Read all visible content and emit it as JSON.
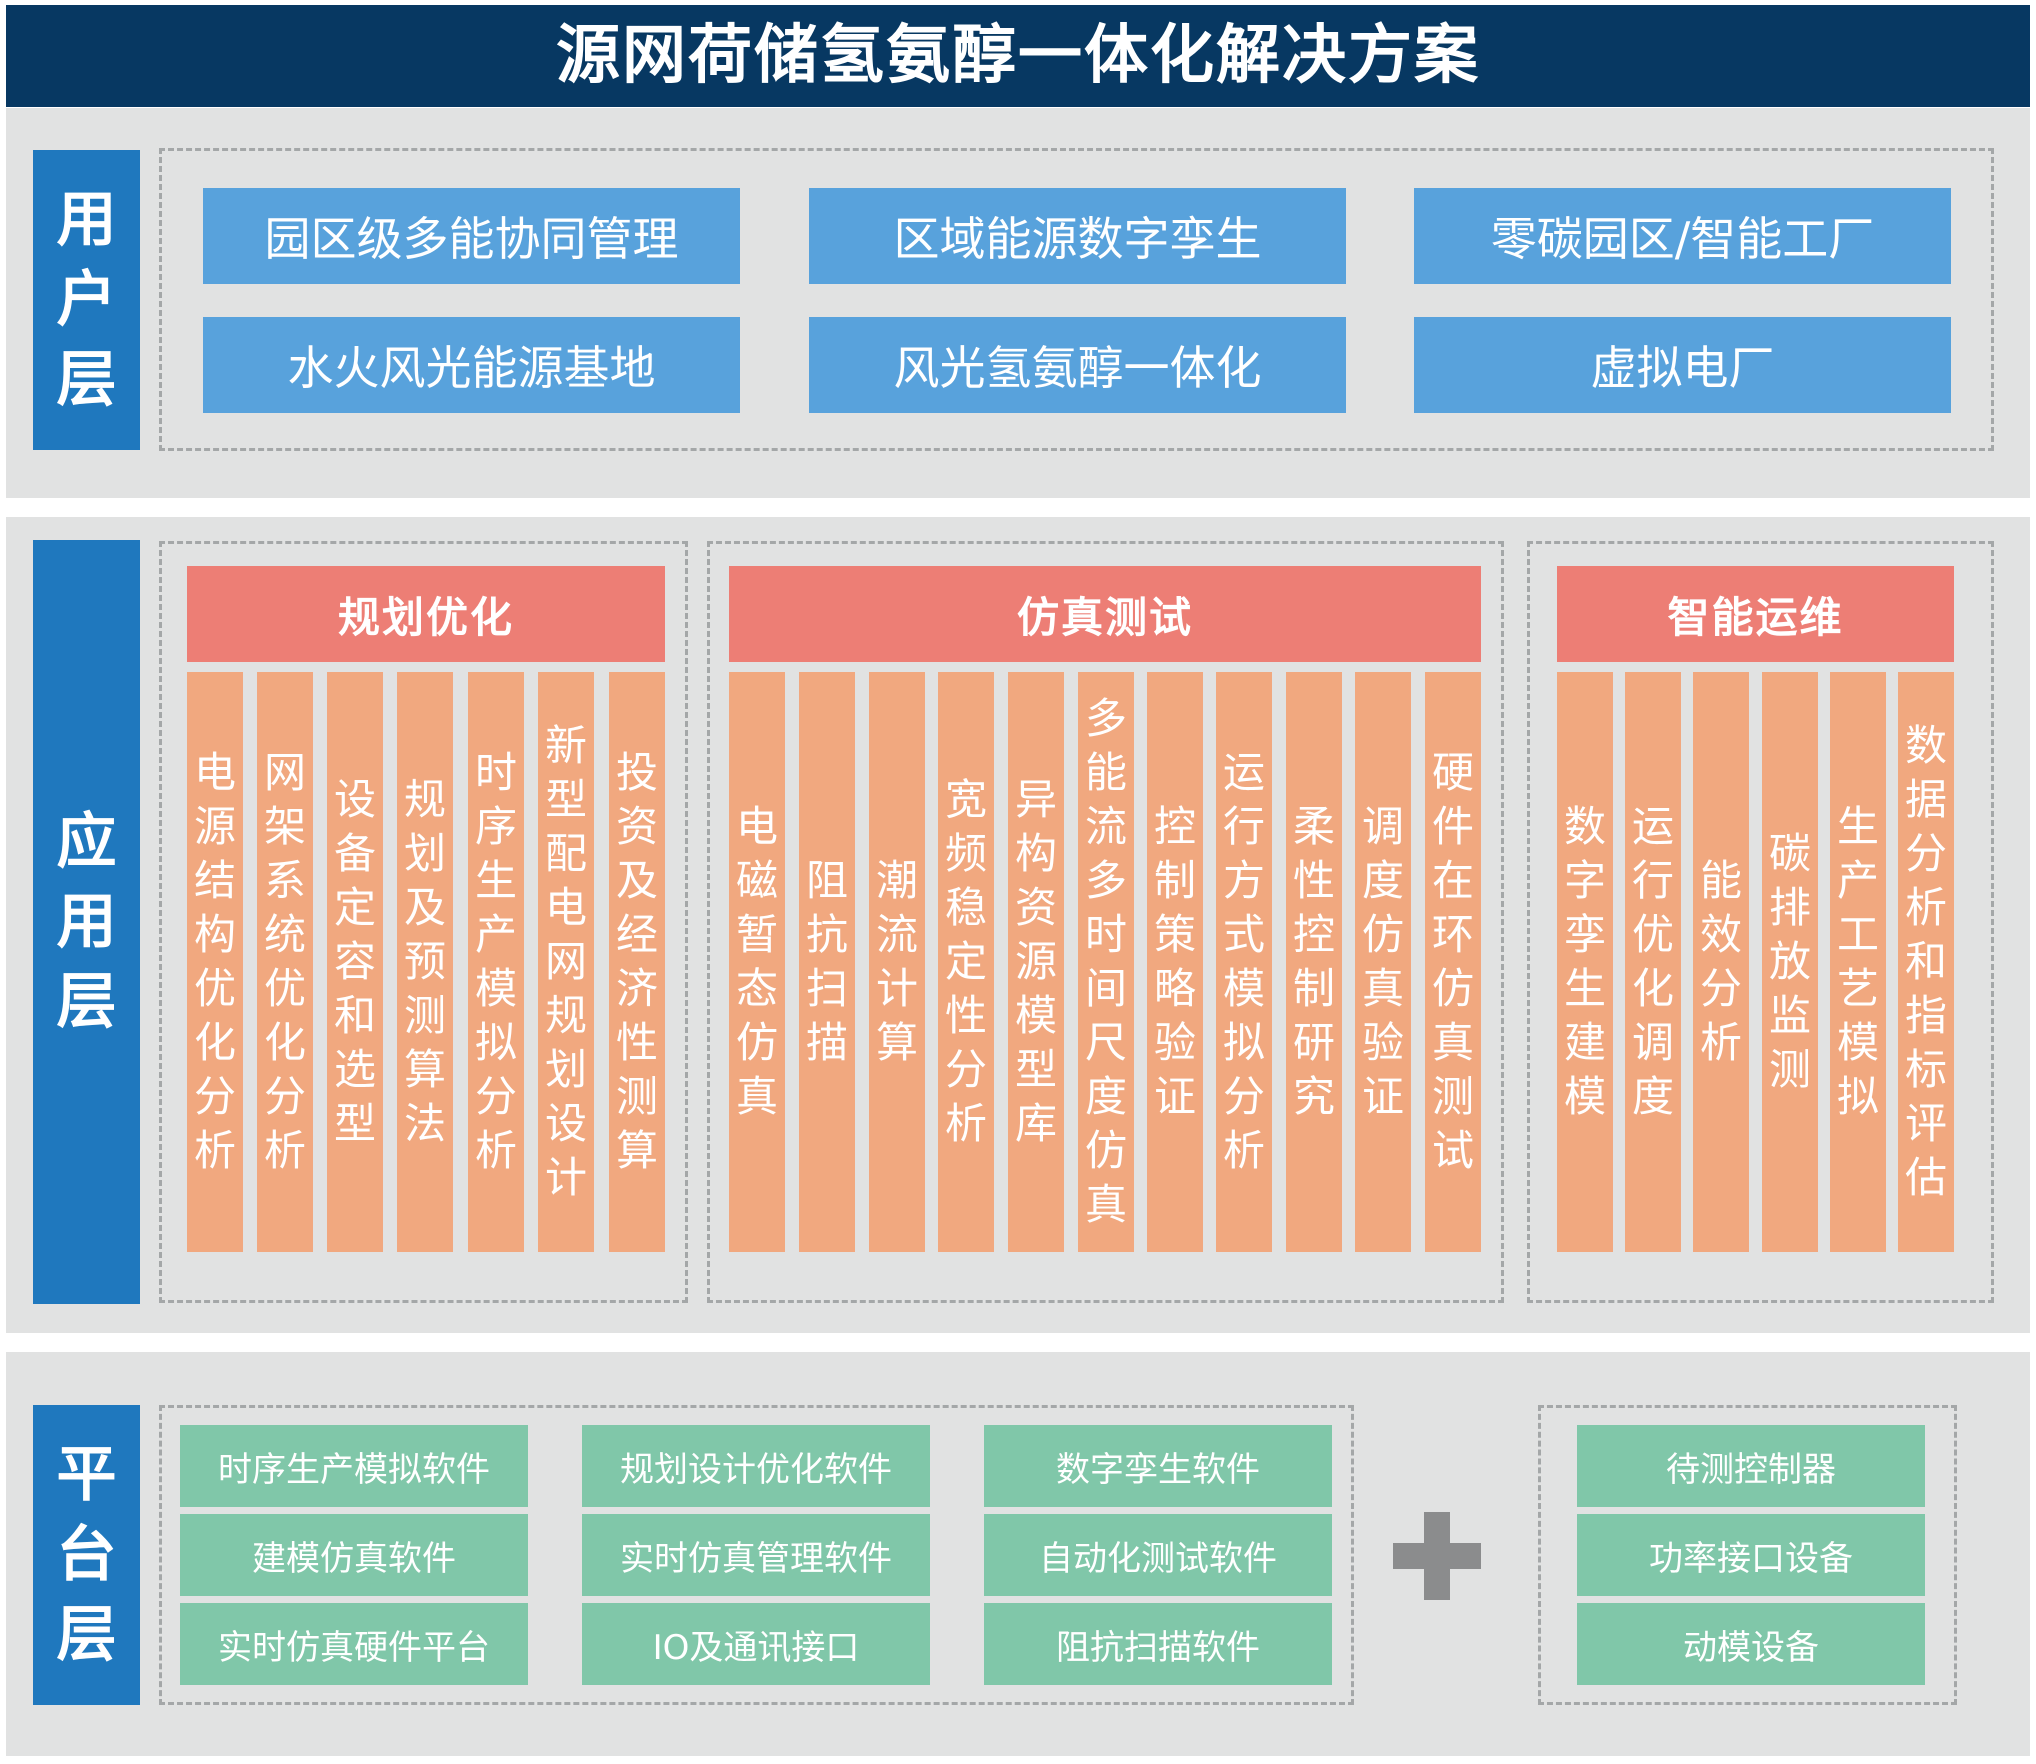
{
  "title": "源网荷储氢氨醇一体化解决方案",
  "layers": {
    "user": {
      "label": "用户层",
      "items": [
        "园区级多能协同管理",
        "区域能源数字孪生",
        "零碳园区/智能工厂",
        "水火风光能源基地",
        "风光氢氨醇一体化",
        "虚拟电厂"
      ]
    },
    "application": {
      "label": "应用层",
      "groups": [
        {
          "title": "规划优化",
          "items": [
            "电源结构优化分析",
            "网架系统优化分析",
            "设备定容和选型",
            "规划及预测算法",
            "时序生产模拟分析",
            "新型配电网规划设计",
            "投资及经济性测算"
          ]
        },
        {
          "title": "仿真测试",
          "items": [
            "电磁暂态仿真",
            "阻抗扫描",
            "潮流计算",
            "宽频稳定性分析",
            "异构资源模型库",
            "多能流多时间尺度仿真",
            "控制策略验证",
            "运行方式模拟分析",
            "柔性控制研究",
            "调度仿真验证",
            "硬件在环仿真测试"
          ]
        },
        {
          "title": "智能运维",
          "items": [
            "数字孪生建模",
            "运行优化调度",
            "能效分析",
            "碳排放监测",
            "生产工艺模拟",
            "数据分析和指标评估"
          ]
        }
      ]
    },
    "platform": {
      "label": "平台层",
      "software": [
        [
          "时序生产模拟软件",
          "建模仿真软件",
          "实时仿真硬件平台"
        ],
        [
          "规划设计优化软件",
          "实时仿真管理软件",
          "IO及通讯接口"
        ],
        [
          "数字孪生软件",
          "自动化测试软件",
          "阻抗扫描软件"
        ]
      ],
      "hardware": [
        "待测控制器",
        "功率接口设备",
        "动模设备"
      ]
    }
  },
  "colors": {
    "title_bg": "#073862",
    "layer_label": "#1f78be",
    "user_box": "#58a2dc",
    "category_header": "#ed7e75",
    "app_column": "#f1a87f",
    "platform_box": "#80c7a9",
    "band_bg": "#e1e2e2"
  },
  "icons": {
    "plus": "plus-icon"
  }
}
